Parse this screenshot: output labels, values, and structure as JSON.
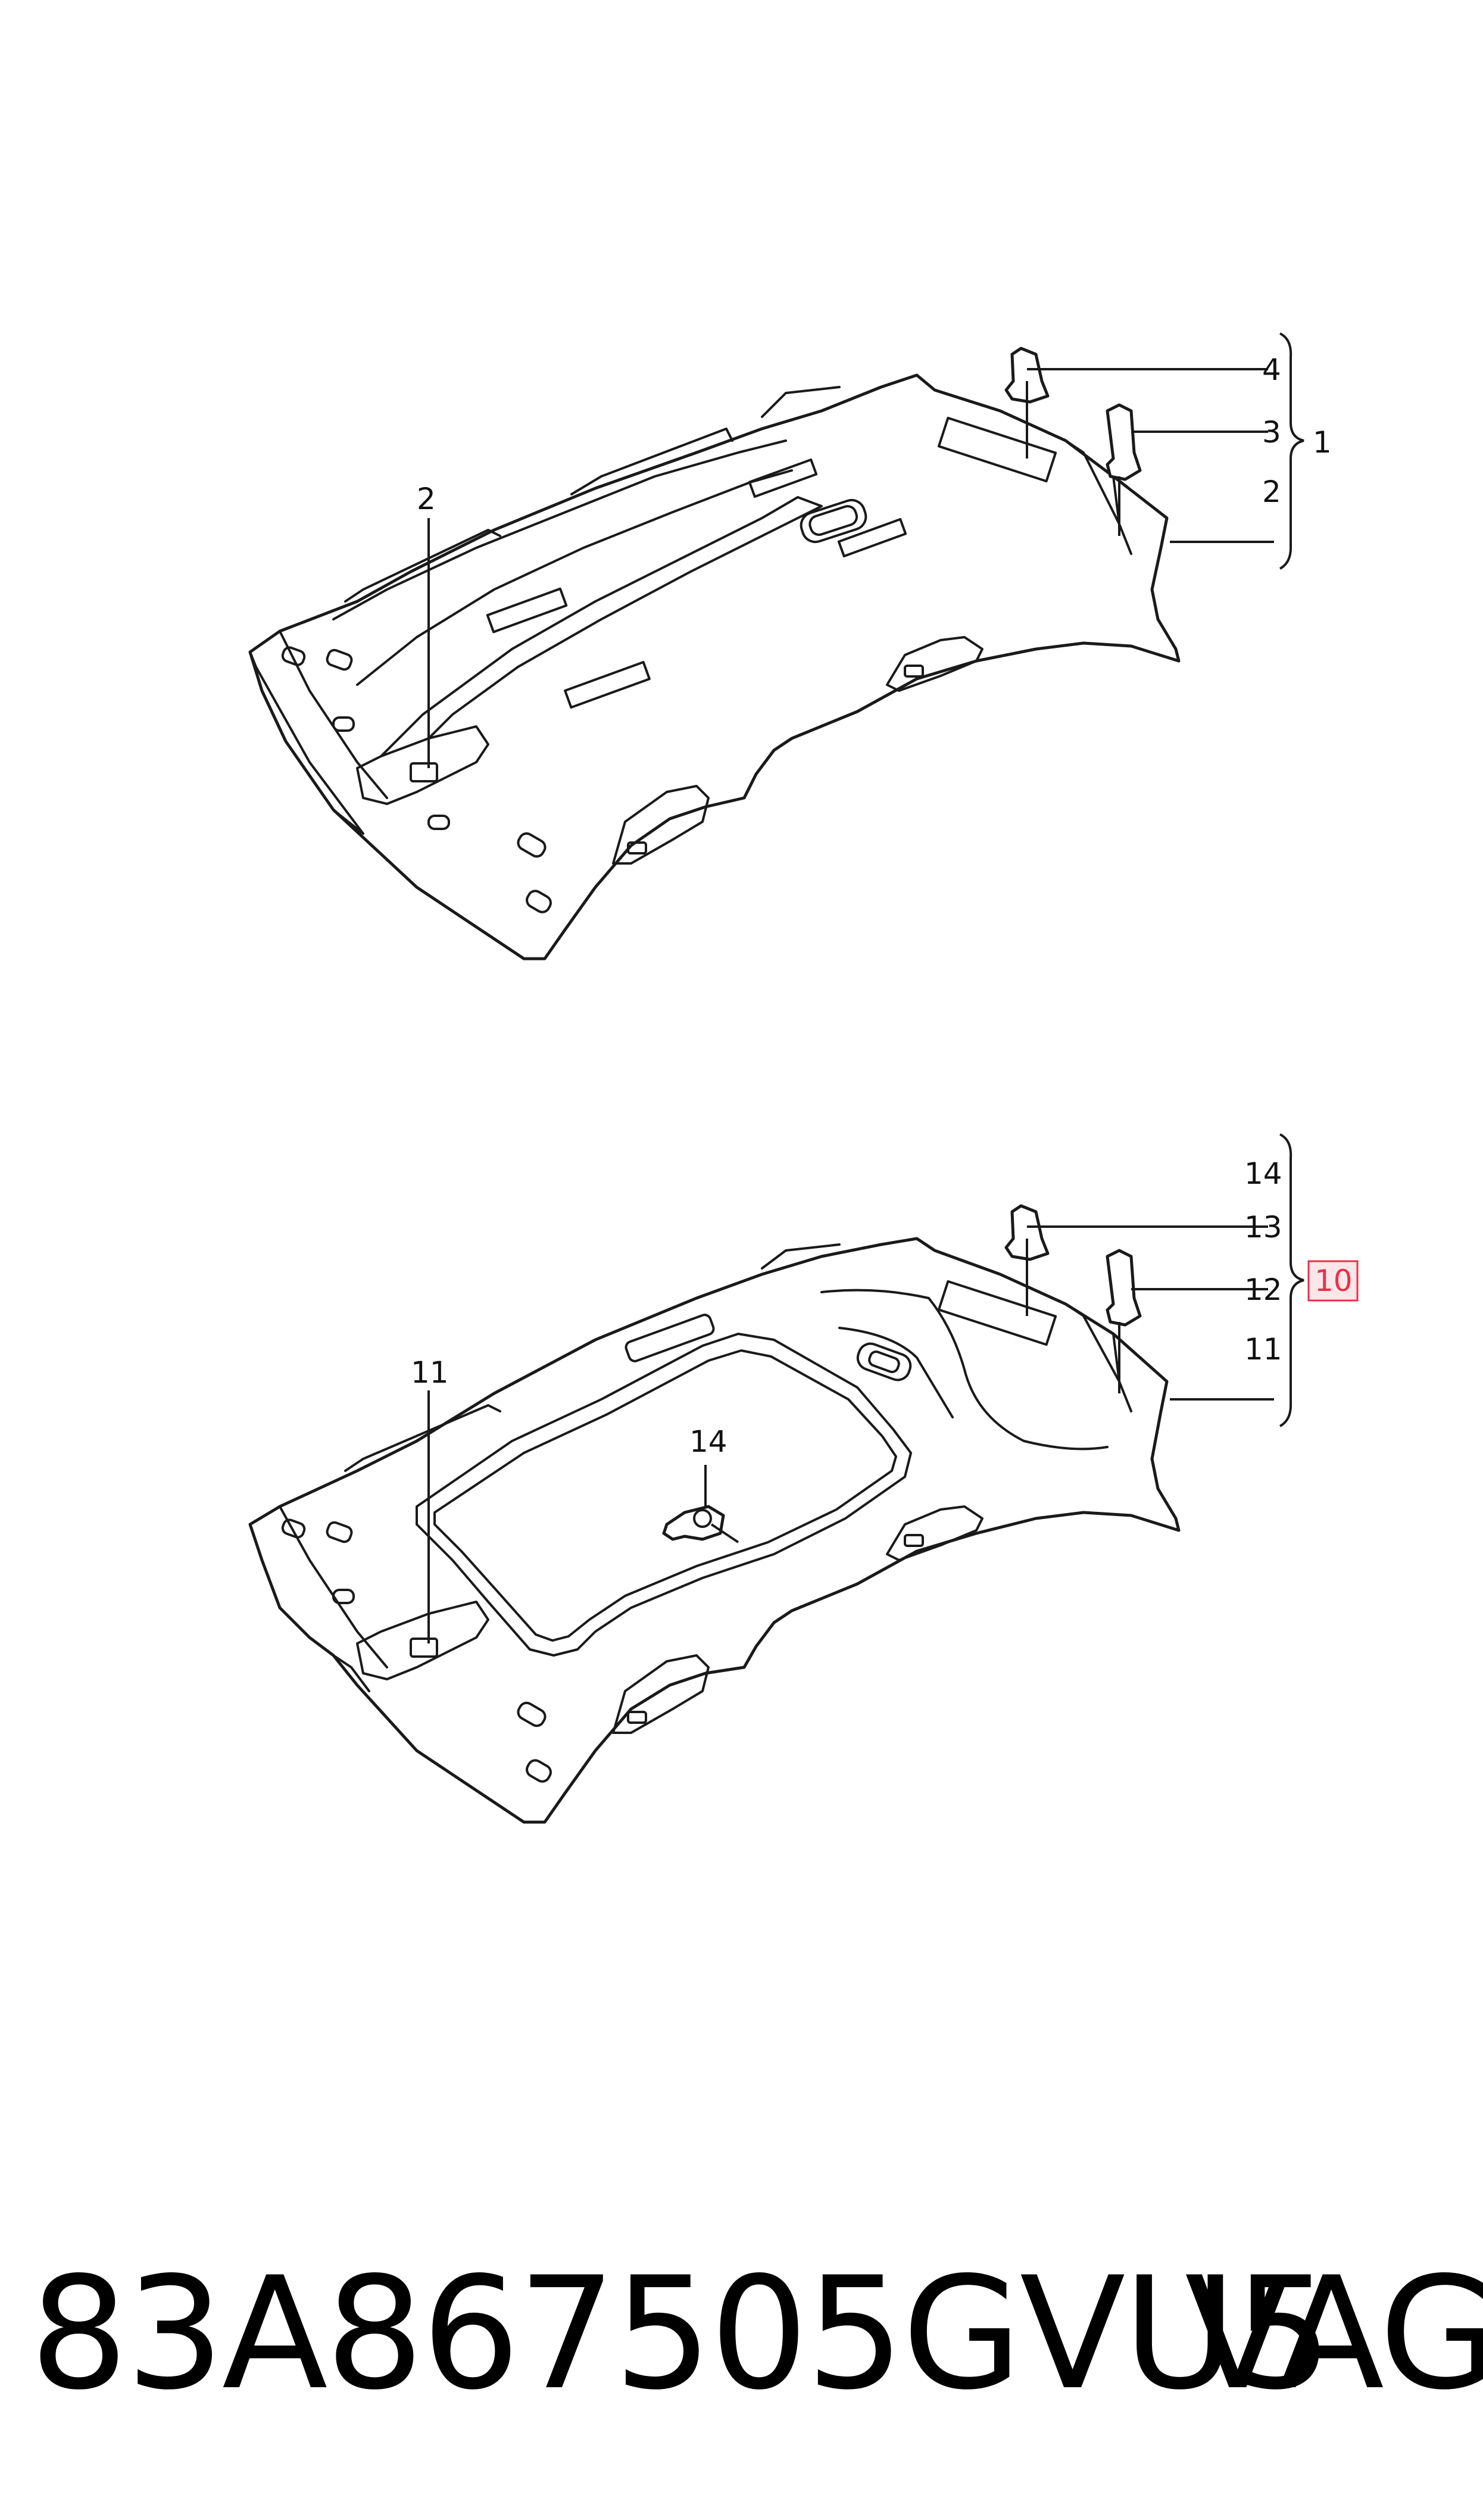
{
  "diagram": {
    "top_assembly": {
      "callouts": {
        "c4": "4",
        "c3": "3",
        "c2_right": "2",
        "c1": "1",
        "c2_left": "2"
      }
    },
    "bottom_assembly": {
      "callouts": {
        "c14_right": "14",
        "c13": "13",
        "c12": "12",
        "c11_right": "11",
        "c10": "10",
        "c11_left": "11",
        "c14_center": "14"
      },
      "highlight_color": "#e8304a"
    }
  },
  "footer": {
    "part_number": "83A867505GVU5",
    "brand": "VAG"
  }
}
